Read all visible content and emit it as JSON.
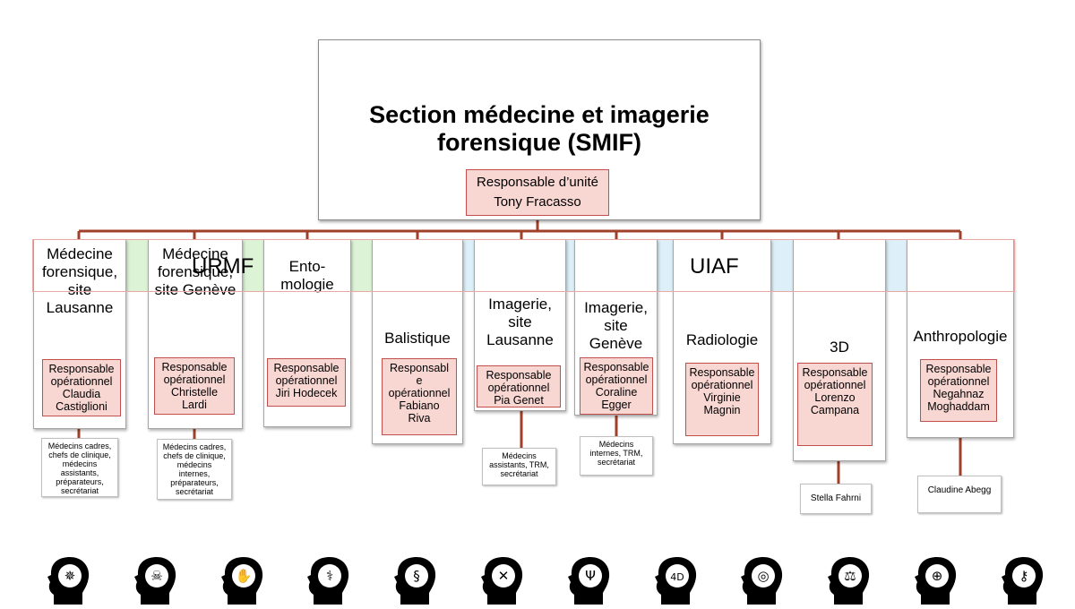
{
  "root": {
    "title_line1": "Section médecine et imagerie",
    "title_line2": "forensique (SMIF)",
    "responsable_label": "Responsable d’unité",
    "responsable_name": "Tony Fracasso"
  },
  "groups": [
    {
      "label": "URMF",
      "color": "#ddf3d6"
    },
    {
      "label": "UIAF",
      "color": "#ddeff8"
    }
  ],
  "units": [
    {
      "name_lines": [
        "Médecine",
        "forensique,",
        "site",
        "Lausanne"
      ],
      "resp_lines": [
        "Responsable",
        "opérationnel",
        "Claudia",
        "Castiglioni"
      ],
      "staff_lines": [
        "Médecins cadres,",
        "chefs de clinique,",
        "médecins",
        "assistants,",
        "préparateurs,",
        "secrétariat"
      ]
    },
    {
      "name_lines": [
        "Médecine",
        "forensique,",
        "site Genève"
      ],
      "resp_lines": [
        "Responsable",
        "opérationnel",
        "Christelle",
        "Lardi"
      ],
      "staff_lines": [
        "Médecins cadres,",
        "chefs de clinique,",
        "médecins",
        "internes,",
        "préparateurs,",
        "secrétariat"
      ]
    },
    {
      "name_lines": [
        "Ento-",
        "mologie"
      ],
      "resp_lines": [
        "Responsable",
        "opérationnel",
        "Jiri Hodecek"
      ],
      "staff_lines": []
    },
    {
      "name_lines": [
        "Balistique"
      ],
      "resp_lines": [
        "Responsabl",
        "e",
        "opérationnel",
        "Fabiano",
        "Riva"
      ],
      "staff_lines": []
    },
    {
      "name_lines": [
        "Imagerie,",
        "site",
        "Lausanne"
      ],
      "resp_lines": [
        "Responsable",
        "opérationnel",
        "Pia Genet"
      ],
      "staff_lines": [
        "Médecins",
        "assistants, TRM,",
        "secrétariat"
      ]
    },
    {
      "name_lines": [
        "Imagerie,",
        "site",
        "Genève"
      ],
      "resp_lines": [
        "Responsable",
        "opérationnel",
        "Coraline",
        "Egger"
      ],
      "staff_lines": [
        "Médecins",
        "internes, TRM,",
        "secrétariat"
      ]
    },
    {
      "name_lines": [
        "Radiologie"
      ],
      "resp_lines": [
        "Responsable",
        "opérationnel",
        "Virginie",
        "Magnin"
      ],
      "staff_lines": []
    },
    {
      "name_lines": [
        "3D"
      ],
      "resp_lines": [
        "Responsable",
        "opérationnel",
        "Lorenzo",
        "Campana"
      ],
      "staff_lines": [
        "Stella Fahrni"
      ]
    },
    {
      "name_lines": [
        "Anthropologie"
      ],
      "resp_lines": [
        "Responsable",
        "opérationnel",
        "Negahnaz",
        "Moghaddam"
      ],
      "staff_lines": [
        "Claudine Abegg"
      ]
    }
  ],
  "colors": {
    "connector": "#a0402a",
    "responsable_fill": "#f8d7d3",
    "responsable_border": "#c0504d"
  },
  "icons": [
    "compass-head-icon",
    "skull-head-icon",
    "hand-xray-head-icon",
    "caduceus-head-icon",
    "dna-head-icon",
    "fracture-head-icon",
    "psi-head-icon",
    "4d-head-icon",
    "helmet-head-icon",
    "scales-head-icon",
    "globe-head-icon",
    "keyhole-head-icon"
  ]
}
